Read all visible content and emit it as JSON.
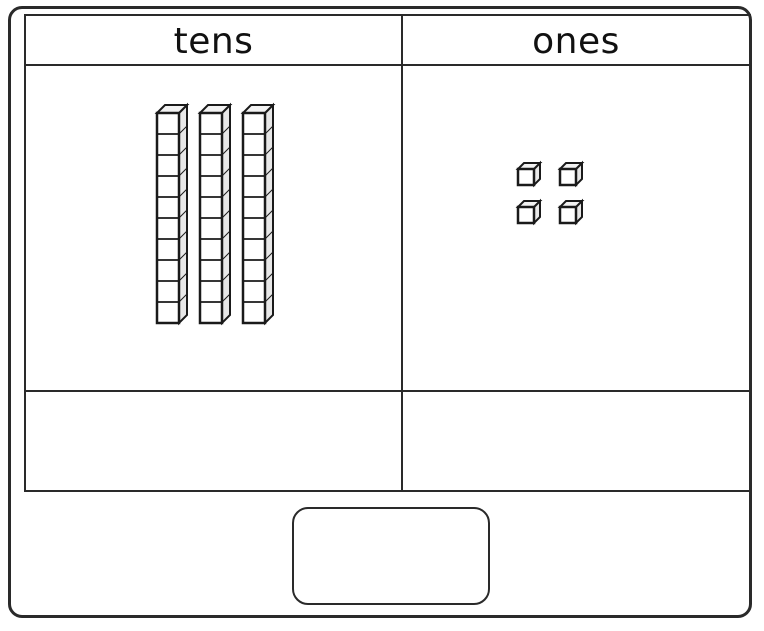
{
  "headers": {
    "tens": "tens",
    "ones": "ones"
  },
  "blocks": {
    "tens_rods": 3,
    "ones_cubes": 4,
    "units_per_rod": 10
  },
  "colors": {
    "line": "#2a2a2a",
    "block_stroke": "#1a1a1a",
    "block_face": "#ffffff",
    "block_side": "#e8e8e8",
    "block_top": "#f2f2f2"
  },
  "answer_box": {
    "value": ""
  }
}
